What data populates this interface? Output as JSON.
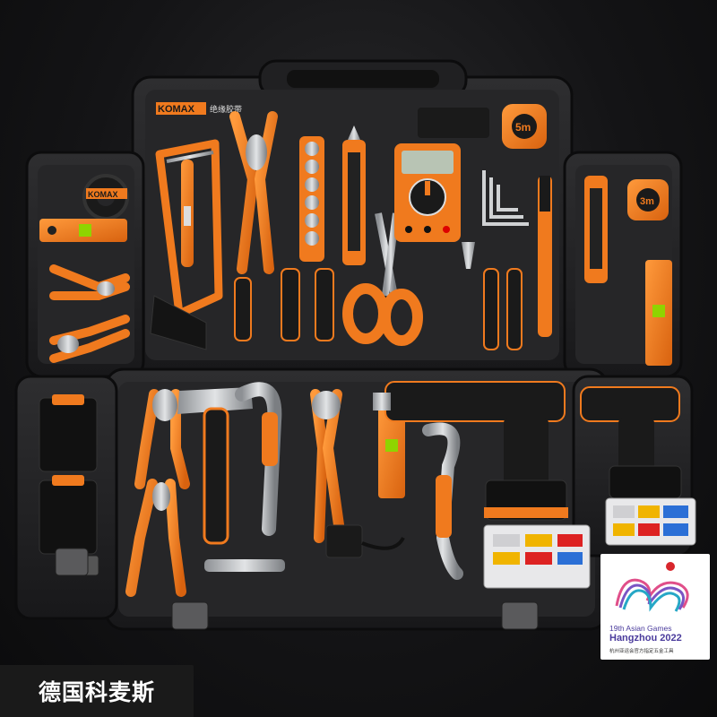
{
  "brand_banner": {
    "text": "德国科麦斯"
  },
  "product_labels": {
    "brand": "KOMAX",
    "insulating_tape": "绝缘胶带",
    "tape_length_main": "5m",
    "tape_length_side": "3m"
  },
  "games_badge": {
    "line1": "19th Asian Games",
    "line2": "Hangzhou 2022",
    "line3": "杭州亚运会官方指定五金工具"
  },
  "colors": {
    "tool_orange": "#f07a1e",
    "case_black": "#1c1c1d",
    "tray_dark": "#2b2b2d",
    "badge_purple": "#4a3b9c"
  }
}
